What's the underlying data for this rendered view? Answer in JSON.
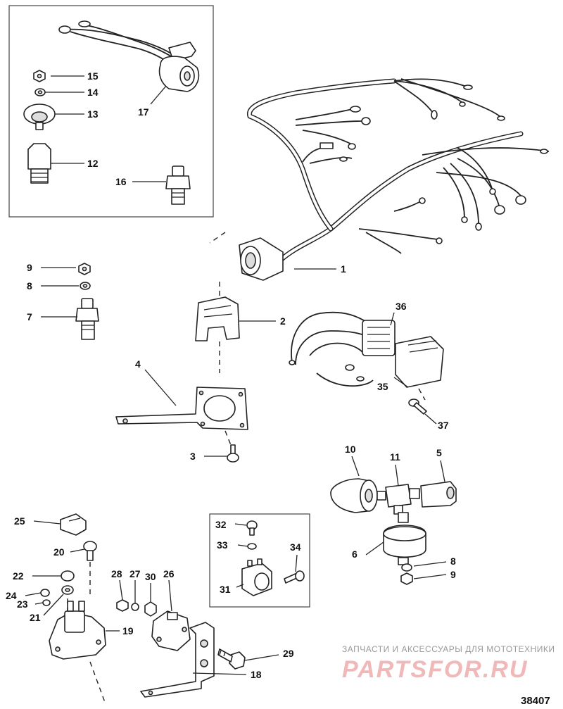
{
  "figure_id": "38407",
  "watermark": {
    "line1": "ЗАПЧАСТИ И АКСЕССУАРЫ ДЛЯ МОТОТЕХНИКИ",
    "line2": "PARTSFOR.RU"
  },
  "callouts": {
    "c1": "1",
    "c2": "2",
    "c3": "3",
    "c4": "4",
    "c5": "5",
    "c6": "6",
    "c7": "7",
    "c8a": "8",
    "c8b": "8",
    "c9a": "9",
    "c9b": "9",
    "c10": "10",
    "c11": "11",
    "c12": "12",
    "c13": "13",
    "c14": "14",
    "c15": "15",
    "c16": "16",
    "c17": "17",
    "c18": "18",
    "c19": "19",
    "c20": "20",
    "c21": "21",
    "c22": "22",
    "c23": "23",
    "c24": "24",
    "c25": "25",
    "c26": "26",
    "c27": "27",
    "c28": "28",
    "c29": "29",
    "c30": "30",
    "c31": "31",
    "c32": "32",
    "c33": "33",
    "c34": "34",
    "c35": "35",
    "c36": "36",
    "c37": "37"
  }
}
